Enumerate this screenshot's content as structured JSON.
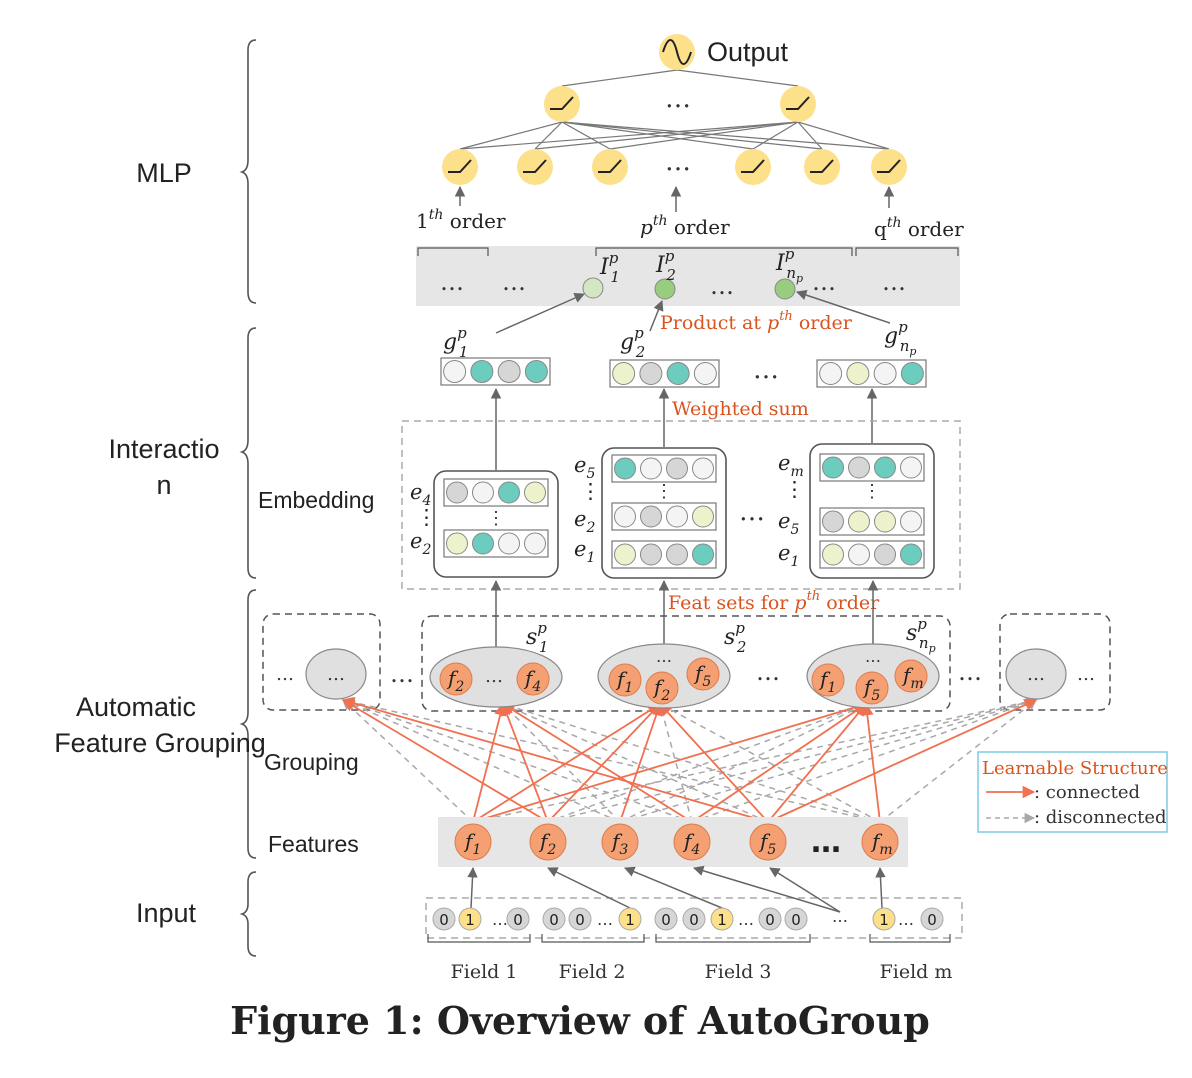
{
  "sections": {
    "mlp": "MLP",
    "interaction_line1": "Interactio",
    "interaction_line2": "n",
    "automatic_line1": "Automatic",
    "automatic_line2": "Feature Grouping",
    "input": "Input"
  },
  "sublabels": {
    "embedding": "Embedding",
    "grouping": "Grouping",
    "features": "Features"
  },
  "output_label": "Output",
  "dots": "…",
  "vdots": "⋮",
  "order_labels": [
    {
      "base": "1",
      "sup": "th",
      "word": " order"
    },
    {
      "base": "p",
      "sup": "th",
      "word": " order"
    },
    {
      "base": "q",
      "sup": "th",
      "word": " order"
    }
  ],
  "interaction_nodes": [
    {
      "base": "I",
      "sup": "p",
      "sub": "1"
    },
    {
      "base": "I",
      "sup": "p",
      "sub": "2"
    },
    {
      "base": "I",
      "sup": "p",
      "sub": "n",
      "subsub": "p"
    }
  ],
  "g_labels": [
    {
      "base": "g",
      "sup": "p",
      "sub": "1"
    },
    {
      "base": "g",
      "sup": "p",
      "sub": "2"
    },
    {
      "base": "g",
      "sup": "p",
      "sub": "n",
      "subsub": "p"
    }
  ],
  "s_labels": [
    {
      "base": "s",
      "sup": "p",
      "sub": "1"
    },
    {
      "base": "s",
      "sup": "p",
      "sub": "2"
    },
    {
      "base": "s",
      "sup": "p",
      "sub": "n",
      "subsub": "p"
    }
  ],
  "annotations": {
    "product": {
      "text": "Product at ",
      "base": "p",
      "sup": "th",
      "word": " order"
    },
    "weighted_sum": "Weighted sum",
    "feat_sets": {
      "text": "Feat sets for ",
      "base": "p",
      "sup": "th",
      "word": " order"
    }
  },
  "embedding_labels": {
    "g1": [
      {
        "base": "e",
        "sub": "4"
      },
      {
        "base": "e",
        "sub": "2"
      }
    ],
    "g2": [
      {
        "base": "e",
        "sub": "5"
      },
      {
        "base": "e",
        "sub": "2"
      },
      {
        "base": "e",
        "sub": "1"
      }
    ],
    "g3": [
      {
        "base": "e",
        "sub": "m"
      },
      {
        "base": "e",
        "sub": "5"
      },
      {
        "base": "e",
        "sub": "1"
      }
    ]
  },
  "group_features": {
    "s1": [
      "2",
      "4"
    ],
    "s2": [
      "1",
      "2",
      "5"
    ],
    "s3": [
      "1",
      "5",
      "m"
    ]
  },
  "features": [
    "1",
    "2",
    "3",
    "4",
    "5",
    "m"
  ],
  "input_values": {
    "field1": [
      "0",
      "1",
      "0"
    ],
    "field2": [
      "0",
      "0",
      "1"
    ],
    "field3": [
      "0",
      "0",
      "1",
      "0",
      "0"
    ],
    "fieldm": [
      "1",
      "0"
    ]
  },
  "field_labels": [
    "Field 1",
    "Field 2",
    "Field 3",
    "Field m"
  ],
  "legend": {
    "title": "Learnable  Structure",
    "connected": ": connected",
    "disconnected": ": disconnected"
  },
  "caption": "Figure 1: Overview of AutoGroup",
  "colors": {
    "orange_node": "#f4a073",
    "orange_line": "#f07050",
    "annotation_text": "#d9531e",
    "yellow_node": "#fde08a",
    "teal": "#6ccdbf",
    "gray_cell": "#d6d6d6",
    "light_yellow_cell": "#edf2cc",
    "light_green": "#d3e8c2",
    "green": "#98cc7f",
    "band": "#e6e6e6",
    "legend_border": "#7ec8e3",
    "dashed_gray": "#a8a8a8"
  }
}
